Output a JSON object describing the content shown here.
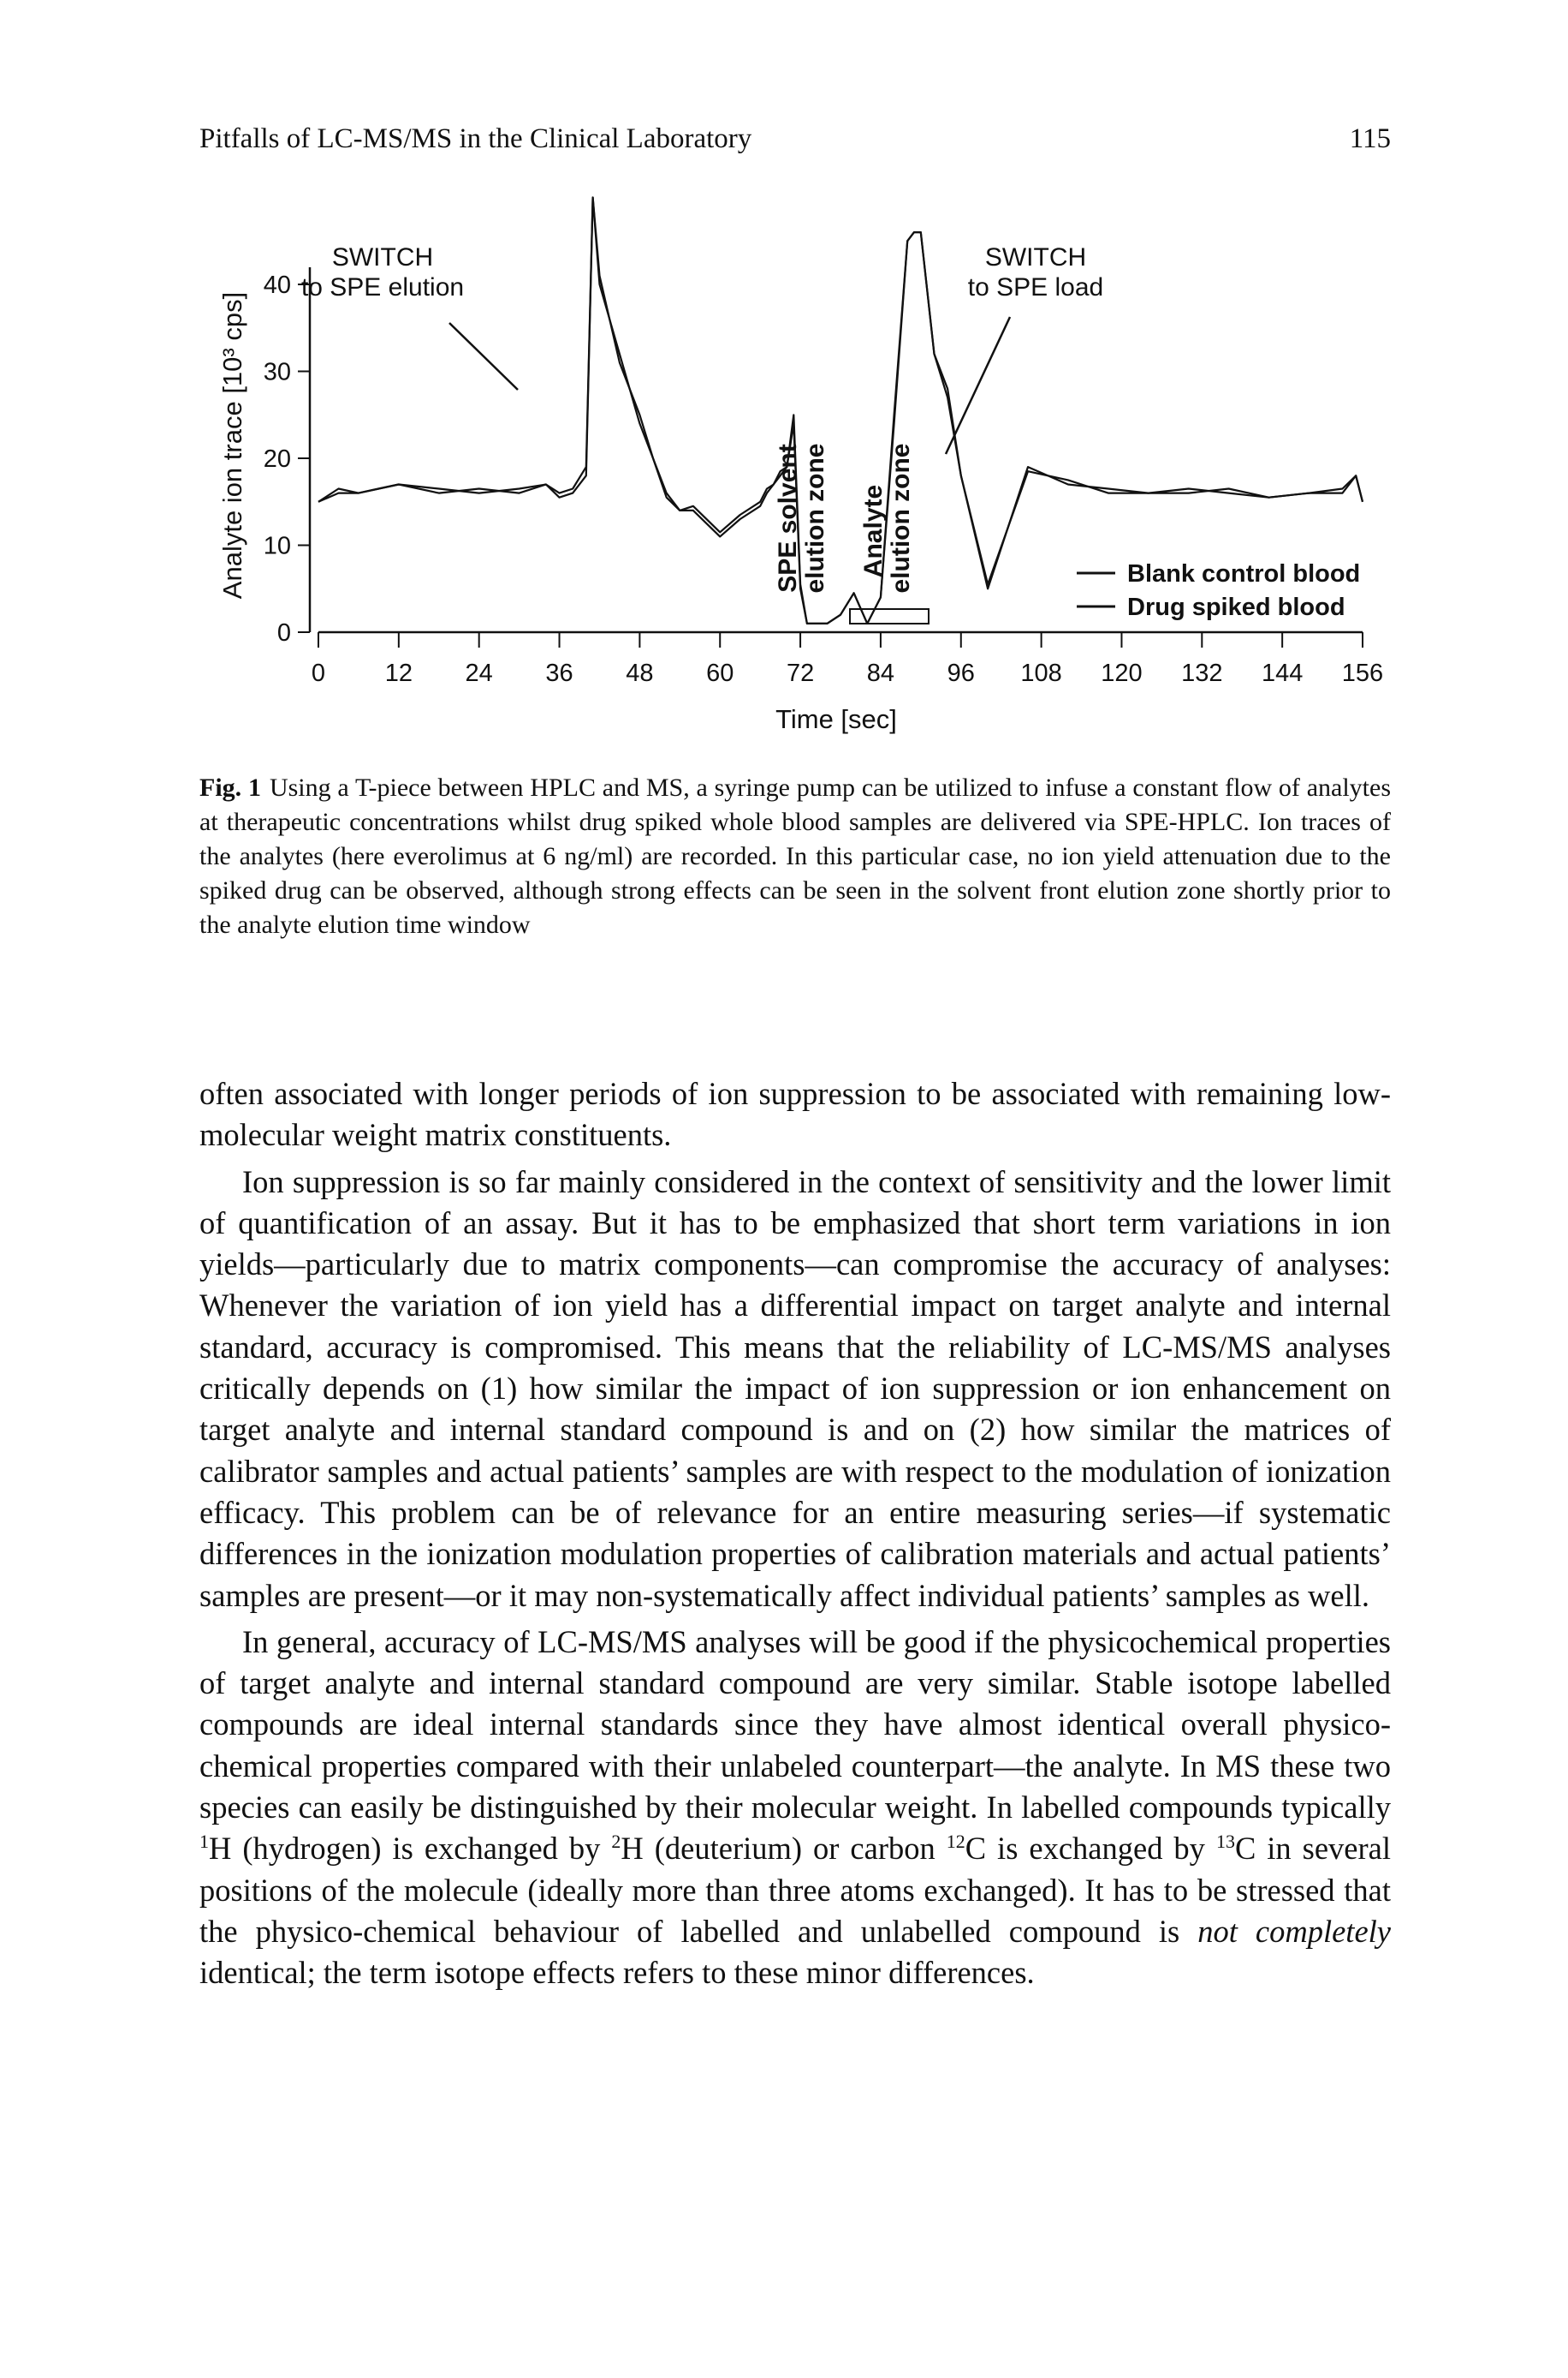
{
  "running_head": {
    "title": "Pitfalls of LC-MS/MS in the Clinical Laboratory",
    "page_number": "115"
  },
  "figure": {
    "annotations": {
      "switch_elution_line1": "SWITCH",
      "switch_elution_line2": "to SPE elution",
      "switch_load_line1": "SWITCH",
      "switch_load_line2": "to SPE load",
      "spe_zone_line1": "SPE solvent",
      "spe_zone_line2": "elution zone",
      "analyte_zone_line1": "Analyte",
      "analyte_zone_line2": "elution zone"
    },
    "legend": [
      "Blank control blood",
      "Drug spiked blood"
    ],
    "colors": {
      "ink": "#111111",
      "background": "#ffffff"
    }
  },
  "chart_data": {
    "type": "line",
    "title": "",
    "xlabel": "Time [sec]",
    "ylabel": "Analyte ion trace [10³ cps]",
    "xlim": [
      0,
      156
    ],
    "ylim": [
      0,
      40
    ],
    "xticks": [
      0,
      12,
      24,
      36,
      48,
      60,
      72,
      84,
      96,
      108,
      120,
      132,
      144,
      156
    ],
    "yticks": [
      0,
      10,
      20,
      30,
      40
    ],
    "legend_position": "bottom-right",
    "grid": false,
    "series": [
      {
        "name": "Blank control blood",
        "x": [
          0,
          3,
          6,
          9,
          12,
          18,
          24,
          30,
          34,
          36,
          38,
          40,
          41,
          42,
          45,
          48,
          50,
          52,
          54,
          56,
          60,
          63,
          66,
          67,
          68,
          69,
          70,
          71,
          72,
          73,
          74,
          76,
          77,
          78,
          80,
          82,
          84,
          86,
          88,
          89,
          90,
          92,
          94,
          96,
          100,
          106,
          112,
          118,
          124,
          130,
          136,
          142,
          148,
          153,
          155,
          156
        ],
        "y": [
          15,
          16,
          16,
          16.5,
          17,
          16.5,
          16,
          16.5,
          17,
          15.5,
          16,
          18,
          50,
          40,
          32,
          24,
          20,
          15.5,
          14,
          14,
          11,
          13,
          14.5,
          16,
          17,
          18,
          19,
          24,
          5,
          1,
          1,
          1,
          1.5,
          2,
          4.5,
          1,
          4,
          24,
          45,
          46,
          46,
          32,
          27,
          18,
          5,
          19,
          17,
          16.5,
          16,
          16.5,
          16,
          15.5,
          16,
          16,
          18,
          15
        ]
      },
      {
        "name": "Drug spiked blood",
        "x": [
          0,
          3,
          6,
          9,
          12,
          18,
          24,
          30,
          34,
          36,
          38,
          40,
          41,
          42,
          45,
          48,
          50,
          52,
          54,
          56,
          60,
          63,
          66,
          67,
          68,
          69,
          70,
          71,
          72,
          73,
          74,
          76,
          77,
          78,
          80,
          82,
          84,
          86,
          88,
          89,
          90,
          92,
          94,
          96,
          100,
          106,
          112,
          118,
          124,
          130,
          136,
          142,
          148,
          153,
          155,
          156
        ],
        "y": [
          15,
          16.5,
          16,
          16.5,
          17,
          16,
          16.5,
          16,
          17,
          16,
          16.5,
          19,
          50,
          41,
          31,
          25,
          20,
          16,
          14,
          14.5,
          11.5,
          13.5,
          15,
          16.5,
          17,
          18.5,
          19,
          25,
          5.5,
          1,
          1,
          1,
          1.5,
          2,
          4.5,
          1,
          4,
          25,
          45,
          46,
          46,
          32,
          28,
          18,
          5.5,
          18.5,
          17.5,
          16,
          16,
          16,
          16.5,
          15.5,
          16,
          16.5,
          18,
          15
        ]
      }
    ]
  },
  "caption": {
    "label": "Fig. 1",
    "text": "Using a T-piece between HPLC and MS, a syringe pump can be utilized to infuse a constant flow of analytes at therapeutic concentrations whilst drug spiked whole blood samples are delivered via SPE-HPLC. Ion traces of the analytes (here everolimus at 6 ng/ml) are recorded. In this particular case, no ion yield attenuation due to the spiked drug can be observed, although strong effects can be seen in the solvent front elution zone shortly prior to the analyte elution time window"
  },
  "body": {
    "p1": "often associated with longer periods of ion suppression to be associated with remaining low-molecular weight matrix constituents.",
    "p2": "Ion suppression is so far mainly considered in the context of sensitivity and the lower limit of quantification of an assay. But it has to be emphasized that short term variations in ion yields—particularly due to matrix components—can compromise the accuracy of analyses: Whenever the variation of ion yield has a differential impact on target analyte and internal standard, accuracy is compromised. This means that the reliability of LC-MS/MS analyses critically depends on (1) how similar the impact of ion suppression or ion enhancement on target analyte and internal standard compound is and on (2) how similar the matrices of calibrator samples and actual patients’ samples are with respect to the modulation of ionization efficacy. This problem can be of relevance for an entire measuring series—if systematic differences in the ionization modulation properties of calibration materials and actual patients’ samples are present—or it may non-systematically affect individual patients’ samples as well.",
    "p3": {
      "s1": "In general, accuracy of LC-MS/MS analyses will be good if the physicochemical properties of target analyte and internal standard compound are very similar. Stable isotope labelled compounds are ideal internal standards since they have almost identical overall physico-chemical properties compared with their unlabeled counterpart—the analyte. In MS these two species can easily be distinguished by their molecular weight. In labelled compounds typically ",
      "sup1": "1",
      "s2": "H (hydrogen) is exchanged by ",
      "sup2": "2",
      "s3": "H (deuterium) or carbon ",
      "sup3": "12",
      "s4": "C is exchanged by ",
      "sup4": "13",
      "s5": "C in several positions of the molecule (ideally more than three atoms exchanged). It has to be stressed that the physico-chemical behaviour of labelled and unlabelled compound is ",
      "em": "not completely",
      "s6": " identical; the term isotope effects refers to these minor differences."
    }
  }
}
